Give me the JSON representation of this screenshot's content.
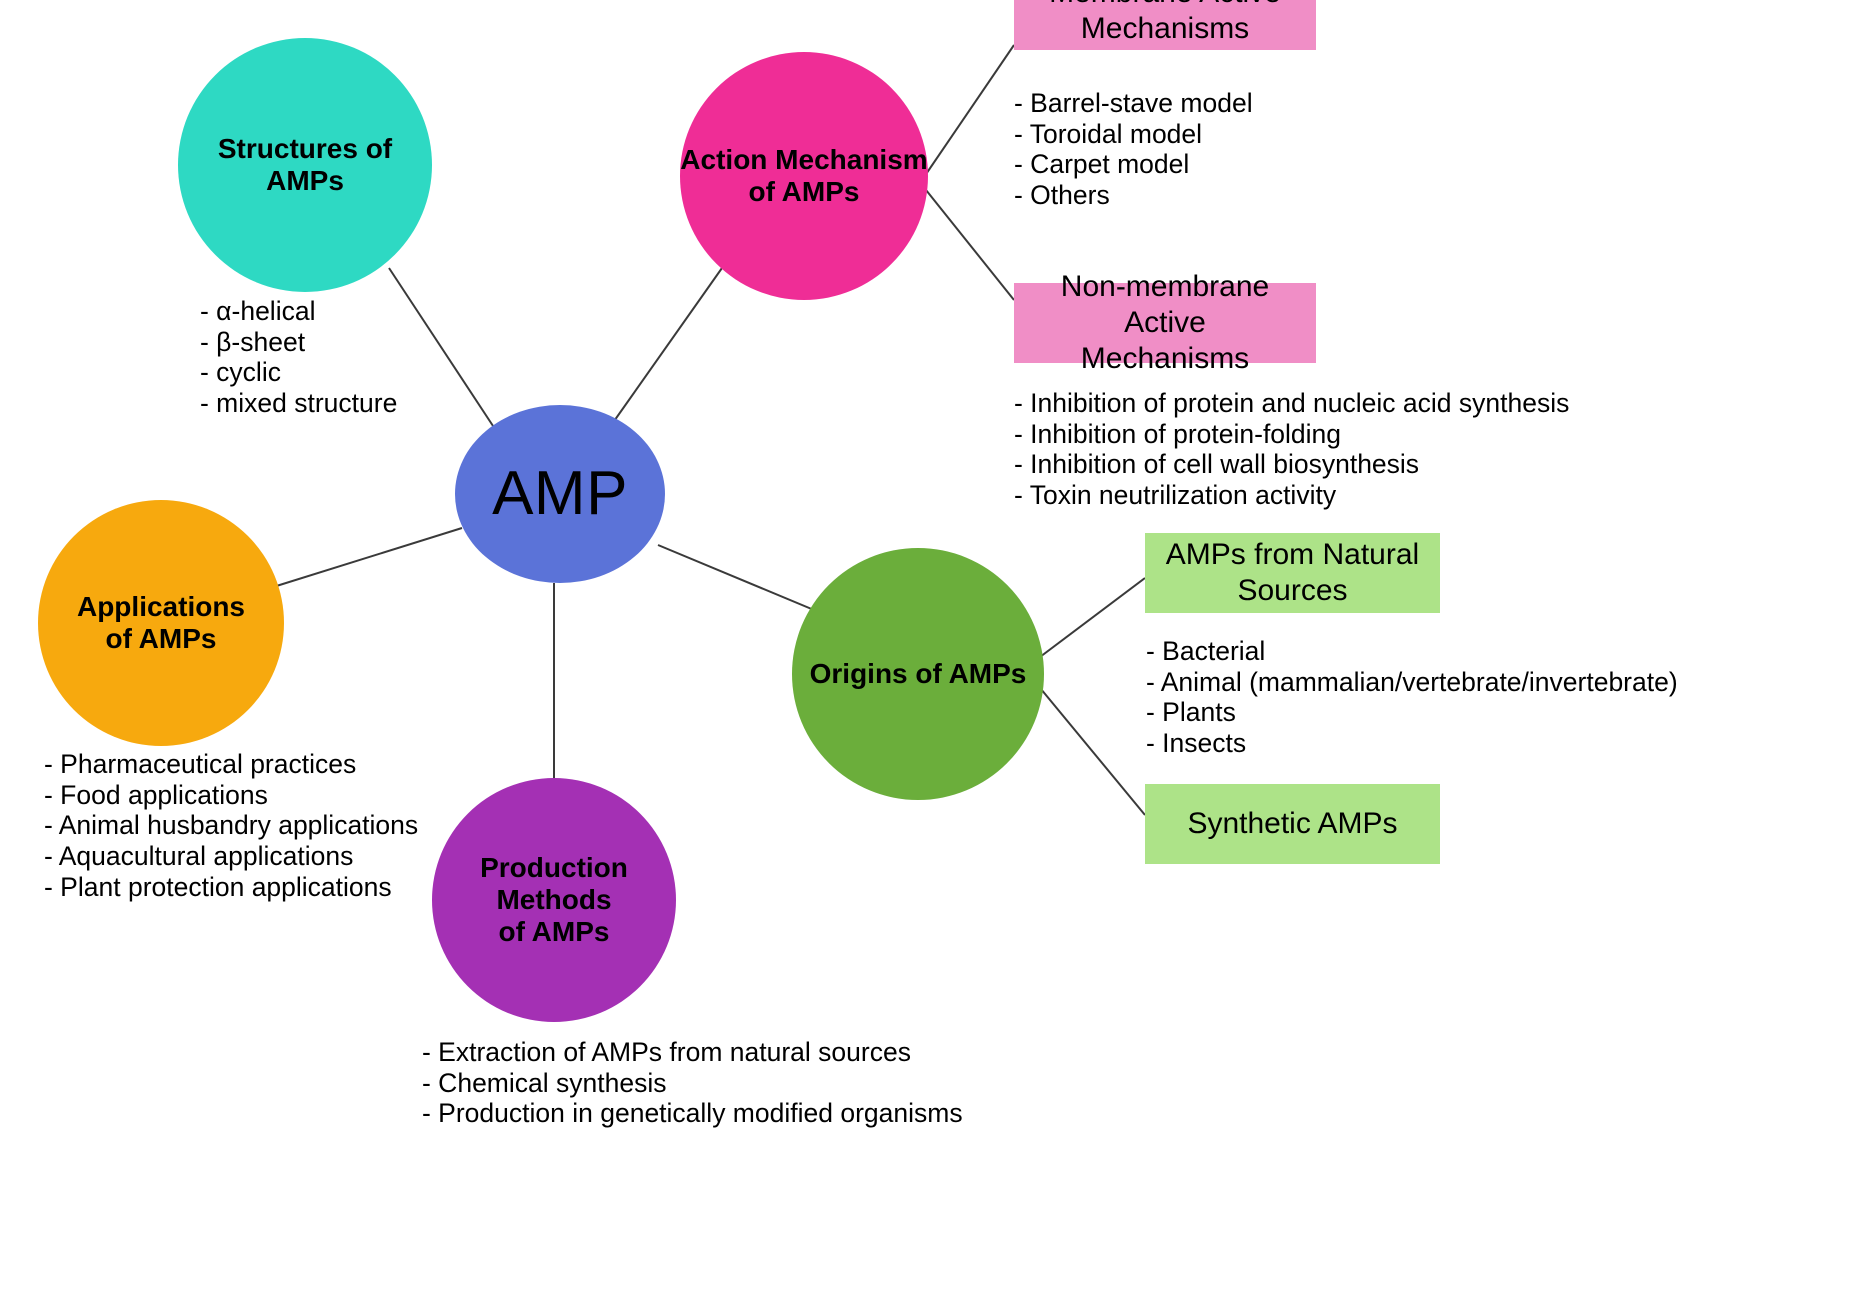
{
  "diagram": {
    "title": "AMP",
    "center": {
      "label": "AMP",
      "color": "#5B73D8"
    },
    "nodes": {
      "structures": {
        "label": "Structures of AMPs",
        "color": "#2ED9C3",
        "bullets": [
          "- α-helical",
          "- β-sheet",
          "- cyclic",
          "- mixed structure"
        ]
      },
      "action": {
        "label": "Action Mechanism\nof AMPs",
        "color": "#EF2D96",
        "boxes": {
          "membrane": {
            "label": "Membrane Active\nMechanisms",
            "color": "#F08EC6",
            "bullets": [
              "- Barrel-stave model",
              "- Toroidal model",
              "- Carpet model",
              "- Others"
            ]
          },
          "nonmembrane": {
            "label": "Non-membrane Active\nMechanisms",
            "color": "#F08EC6",
            "bullets": [
              "- Inhibition of protein and nucleic acid synthesis",
              "- Inhibition of protein-folding",
              "- Inhibition of cell wall biosynthesis",
              "- Toxin neutrilization activity"
            ]
          }
        }
      },
      "origins": {
        "label": "Origins of AMPs",
        "color": "#6BAE3B",
        "boxes": {
          "natural": {
            "label": "AMPs from Natural\nSources",
            "color": "#ADE388",
            "bullets": [
              "- Bacterial",
              "- Animal (mammalian/vertebrate/invertebrate)",
              "- Plants",
              "- Insects"
            ]
          },
          "synthetic": {
            "label": "Synthetic AMPs",
            "color": "#ADE388"
          }
        }
      },
      "production": {
        "label": "Production Methods\nof AMPs",
        "color": "#A430B4",
        "bullets": [
          "- Extraction of AMPs from natural sources",
          "- Chemical synthesis",
          "- Production in genetically modified organisms"
        ]
      },
      "applications": {
        "label": "Applications\nof AMPs",
        "color": "#F7A90E",
        "bullets": [
          "- Pharmaceutical practices",
          "- Food applications",
          "- Animal husbandry applications",
          "- Aquacultural applications",
          "- Plant protection applications"
        ]
      }
    },
    "connector_color": "#3A3A3A"
  }
}
